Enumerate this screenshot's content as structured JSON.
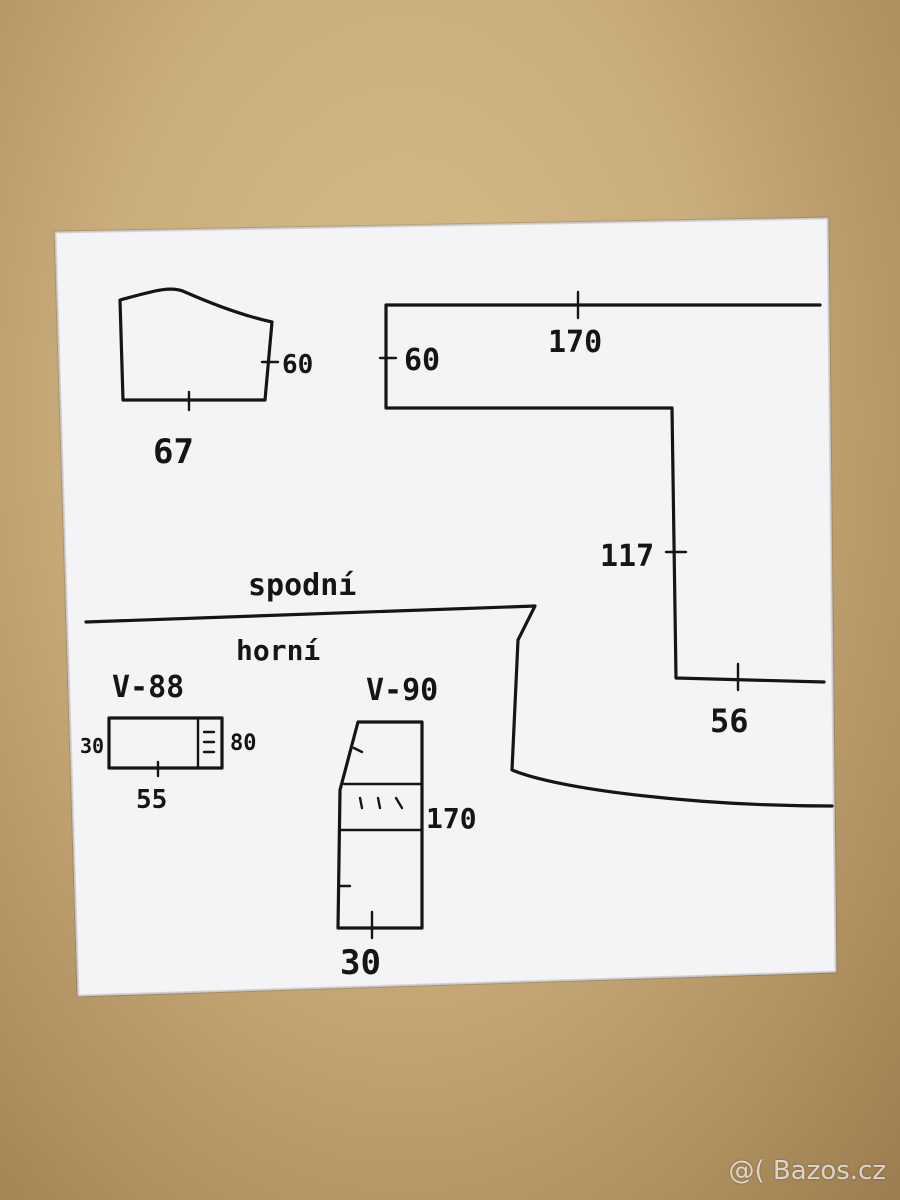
{
  "sketch": {
    "cabinet_small": {
      "width": "67",
      "height": "60"
    },
    "counter_top_run": {
      "top_length": "170",
      "depth": "60"
    },
    "counter_right_run": {
      "side_length": "117",
      "end_width": "56"
    },
    "label_lower": "spodní",
    "label_upper": "horní",
    "unit_v88": {
      "title": "V-88",
      "width": "55",
      "height_left": "30",
      "height_right": "80"
    },
    "unit_v90": {
      "title": "V-90",
      "width": "30",
      "height": "170"
    }
  },
  "watermark": "@( Bazos.cz"
}
